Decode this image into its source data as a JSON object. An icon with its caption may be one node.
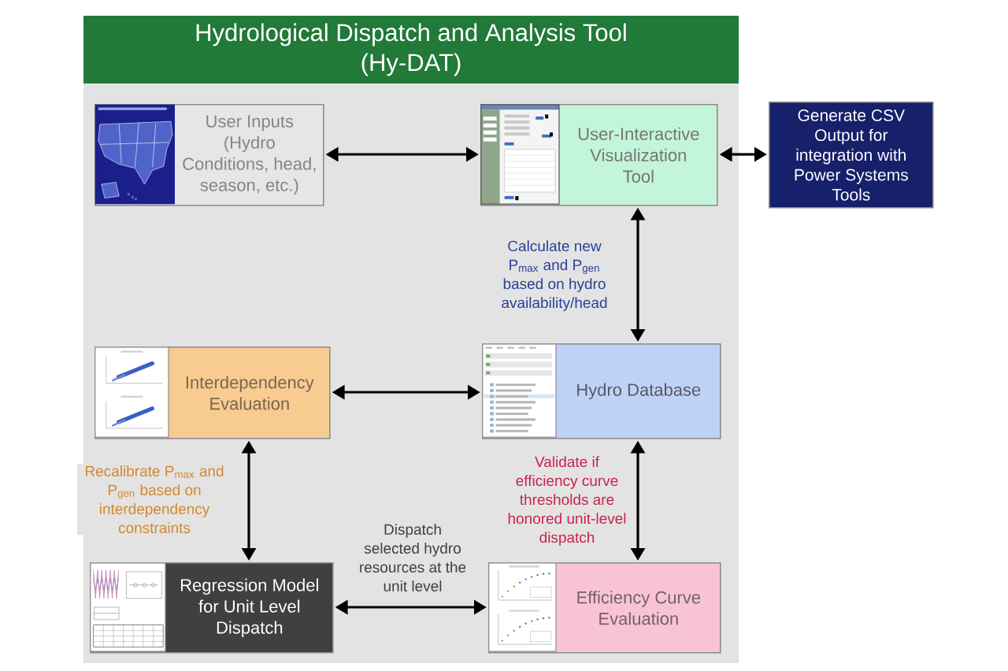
{
  "diagram": {
    "nodes": [
      {
        "text": [
          "Hydrological Dispatch and Analysis Tool (Hy-DAT)"
        ]
      },
      {
        "text": [
          "User Inputs (Hydro Conditions, head, season, etc.)"
        ],
        "in": 0
      },
      {
        "text": [
          "User-Interactive Visualization Tool"
        ],
        "in": 0
      },
      {
        "text": [
          "Generate CSV Output for integration with Power Systems Tools"
        ]
      },
      {
        "text": [
          "Interdependency Evaluation"
        ],
        "in": 0
      },
      {
        "text": [
          "Hydro Database"
        ],
        "in": 0
      },
      {
        "text": [
          "Regression Model for Unit Level Dispatch"
        ],
        "in": 0
      },
      {
        "text": [
          "Efficiency Curve Evaluation"
        ],
        "in": 0
      }
    ],
    "edges": [
      {
        "from": 1,
        "to": 2,
        "arrow": "both"
      },
      {
        "from": 2,
        "to": 3,
        "arrow": "both"
      },
      {
        "from": 2,
        "to": 5,
        "arrow": "both",
        "label": "Calculate new P$_{max}$ and P$_{gen}$ based on hydro availability/head"
      },
      {
        "from": 4,
        "to": 5,
        "arrow": "both"
      },
      {
        "from": 4,
        "to": 6,
        "arrow": "both",
        "label": "Recalibrate P$_{max}$ and P$_{gen}$ based on interdependency constraints"
      },
      {
        "from": 5,
        "to": 7,
        "arrow": "both",
        "label": "Validate if efficiency curve thresholds are honored unit-level dispatch"
      },
      {
        "from": 6,
        "to": 7,
        "arrow": "both",
        "label": "Dispatch selected hydro resources at the unit level"
      }
    ]
  }
}
